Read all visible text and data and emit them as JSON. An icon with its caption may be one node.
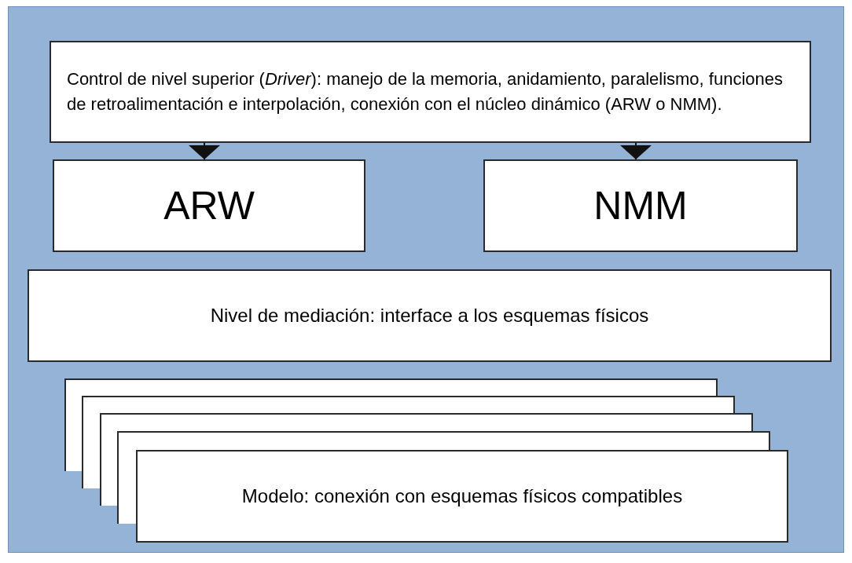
{
  "diagram": {
    "nodes": [
      {
        "text": [
          "Control de nivel superior (*Driver*): manejo de la memoria, anidamiento, paralelismo, funciones de retroalimentación e interpolación, conexión con el núcleo dinámico (ARW o NMM)."
        ]
      },
      {
        "text": [
          "ARW"
        ]
      },
      {
        "text": [
          "NMM"
        ]
      },
      {
        "text": [
          "Nivel de mediación:  interface a los esquemas físicos"
        ]
      },
      {
        "text": [],
        "shape": "box"
      },
      {
        "text": [],
        "shape": "box"
      },
      {
        "text": [],
        "shape": "box"
      },
      {
        "text": [],
        "shape": "box"
      },
      {
        "text": [
          "Modelo: conexión con esquemas físicos compatibles"
        ]
      }
    ],
    "edges": [
      {
        "from": 0,
        "to": 1,
        "arrow": "to"
      },
      {
        "from": 0,
        "to": 2,
        "arrow": "to"
      }
    ]
  }
}
